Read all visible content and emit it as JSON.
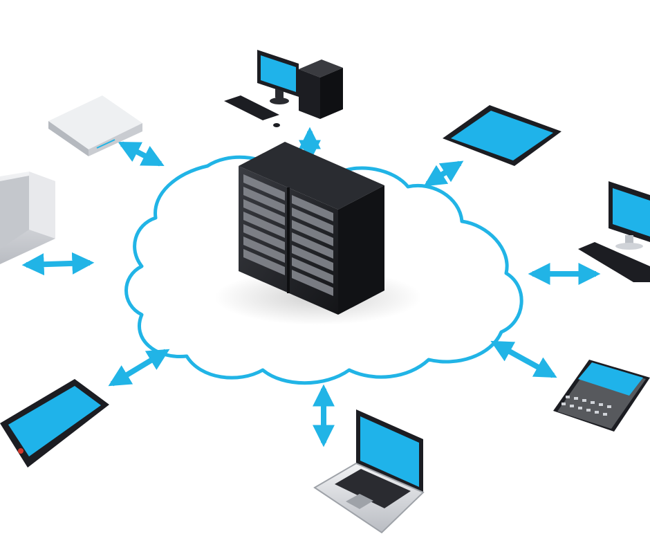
{
  "diagram": {
    "kind": "cloud-network",
    "hub": {
      "name": "server-rack",
      "icon": "server-rack-icon"
    },
    "nodes": [
      {
        "id": "desktop-top",
        "icon": "desktop-computer-icon"
      },
      {
        "id": "tablet",
        "icon": "tablet-icon"
      },
      {
        "id": "desktop-right",
        "icon": "desktop-monitor-icon"
      },
      {
        "id": "smartphone-qwerty",
        "icon": "smartphone-keyboard-icon"
      },
      {
        "id": "laptop",
        "icon": "laptop-icon"
      },
      {
        "id": "smartphone-left",
        "icon": "smartphone-icon"
      },
      {
        "id": "storage-tower",
        "icon": "storage-tower-icon"
      },
      {
        "id": "network-appliance",
        "icon": "network-appliance-icon"
      }
    ],
    "connector_icon": "double-arrow-icon"
  },
  "colors": {
    "accent": "#21b4e6",
    "screen": "#1fb3ea",
    "dark": "#1c1d22",
    "silver": "#d6d8dc",
    "background": "#ffffff"
  }
}
